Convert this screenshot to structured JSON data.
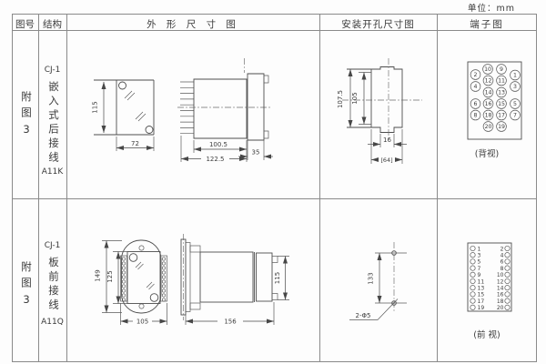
{
  "unit_label": "单位：mm",
  "colors": {
    "drawing_line": "#4d4d4d",
    "table_line": "#8a8a8a",
    "text": "#3a3a3a"
  },
  "table": {
    "headers": [
      "图号",
      "结构",
      "外 形 尺 寸 图",
      "安装开孔尺寸图",
      "端子图"
    ]
  },
  "rows": [
    {
      "figure_no": "附图3",
      "structure": {
        "model": "CJ-1",
        "mounting": "嵌入式后接线",
        "code": "A11K"
      },
      "outline": {
        "height": "115",
        "width": "72",
        "body_depth": "100.5",
        "flange_depth": "35",
        "total_depth": "122.5"
      },
      "mounting_holes": {
        "outer_height": "107.5",
        "inner_height": "105",
        "tab_width": "16",
        "overall_width": "[64]"
      },
      "terminal": {
        "view_label": "(背视)",
        "numbers": [
          "10",
          "9",
          "2",
          "1",
          "12",
          "11",
          "4",
          "3",
          "14",
          "13",
          "16",
          "15",
          "6",
          "5",
          "18",
          "17",
          "8",
          "7",
          "20",
          "19"
        ]
      }
    },
    {
      "figure_no": "附图3",
      "structure": {
        "model": "CJ-1",
        "mounting": "板前接线",
        "code": "A11Q"
      },
      "outline": {
        "outer_height": "149",
        "inner_height": "125",
        "width": "105",
        "total_depth": "156",
        "body_height": "115"
      },
      "mounting_holes": {
        "spacing": "133",
        "holes_label": "2-Φ5"
      },
      "terminal": {
        "view_label": "(前 视)",
        "left_numbers": [
          "1",
          "3",
          "5",
          "7",
          "9",
          "11",
          "13",
          "15",
          "17",
          "19"
        ],
        "right_numbers": [
          "2",
          "4",
          "6",
          "8",
          "10",
          "12",
          "14",
          "16",
          "18",
          "20"
        ]
      }
    }
  ]
}
